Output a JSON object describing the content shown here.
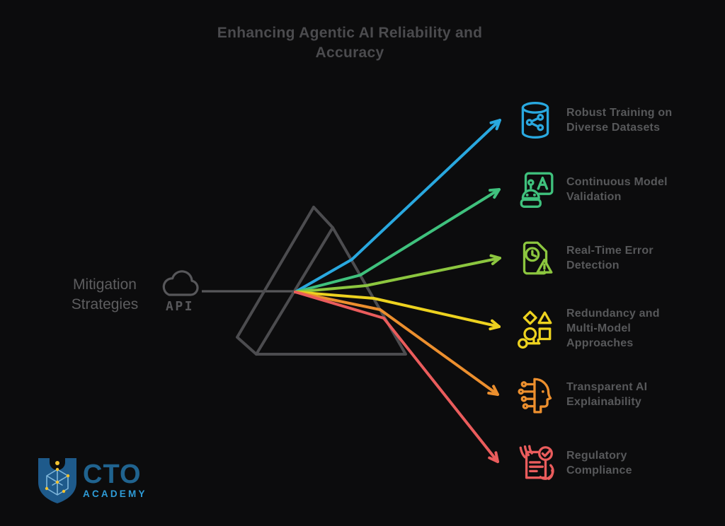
{
  "title": {
    "lines": [
      "Enhancing Agentic AI Reliability and",
      "Accuracy"
    ]
  },
  "source": {
    "lines": [
      "Mitigation",
      "Strategies"
    ],
    "api_label": "API",
    "icon": "cloud-api-icon",
    "color": "#57575a"
  },
  "prism": {
    "icon": "prism-icon",
    "color": "#4c4c4f"
  },
  "items": [
    {
      "lines": [
        "Robust Training on",
        "Diverse Datasets"
      ],
      "color": "#29a8df",
      "icon": "database-share-icon"
    },
    {
      "lines": [
        "Continuous Model",
        "Validation"
      ],
      "color": "#3fc17d",
      "icon": "robot-validation-icon"
    },
    {
      "lines": [
        "Real-Time Error",
        "Detection"
      ],
      "color": "#8cc63f",
      "icon": "document-clock-warning-icon"
    },
    {
      "lines": [
        "Redundancy and",
        "Multi-Model",
        "Approaches"
      ],
      "color": "#edd21f",
      "icon": "shapes-key-icon"
    },
    {
      "lines": [
        "Transparent AI",
        "Explainability"
      ],
      "color": "#ec8f2e",
      "icon": "head-circuit-icon"
    },
    {
      "lines": [
        "Regulatory",
        "Compliance"
      ],
      "color": "#ea5c5c",
      "icon": "compliance-check-icon"
    }
  ],
  "logo": {
    "name": "CTO",
    "sub": "ACADEMY",
    "shield_color": "#1e5a8b",
    "network_color": "#7fb7db",
    "dot_color": "#f2c230",
    "name_color": "#20638f",
    "sub_color": "#2e9bd6"
  },
  "colors": {
    "background": "#0c0c0d",
    "title_text": "#4b4b4e",
    "item_text": "#57585a",
    "source_text": "#5d5d5f"
  }
}
